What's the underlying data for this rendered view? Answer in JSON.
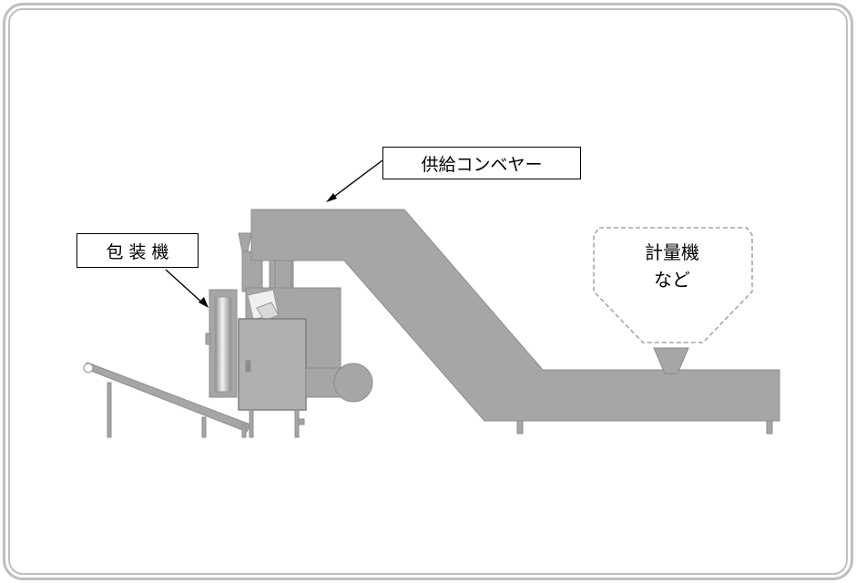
{
  "labels": {
    "packaging_machine": "包 装 機",
    "supply_conveyor": "供給コンベヤー",
    "weigher_line1": "計量機",
    "weigher_line2": "など"
  },
  "colors": {
    "machine_fill": "#a6a6a6",
    "machine_dark": "#8c8c8c",
    "frame_border": "#bfbfbf",
    "dashed_outline": "#a6a6a6",
    "label_border": "#000000"
  }
}
